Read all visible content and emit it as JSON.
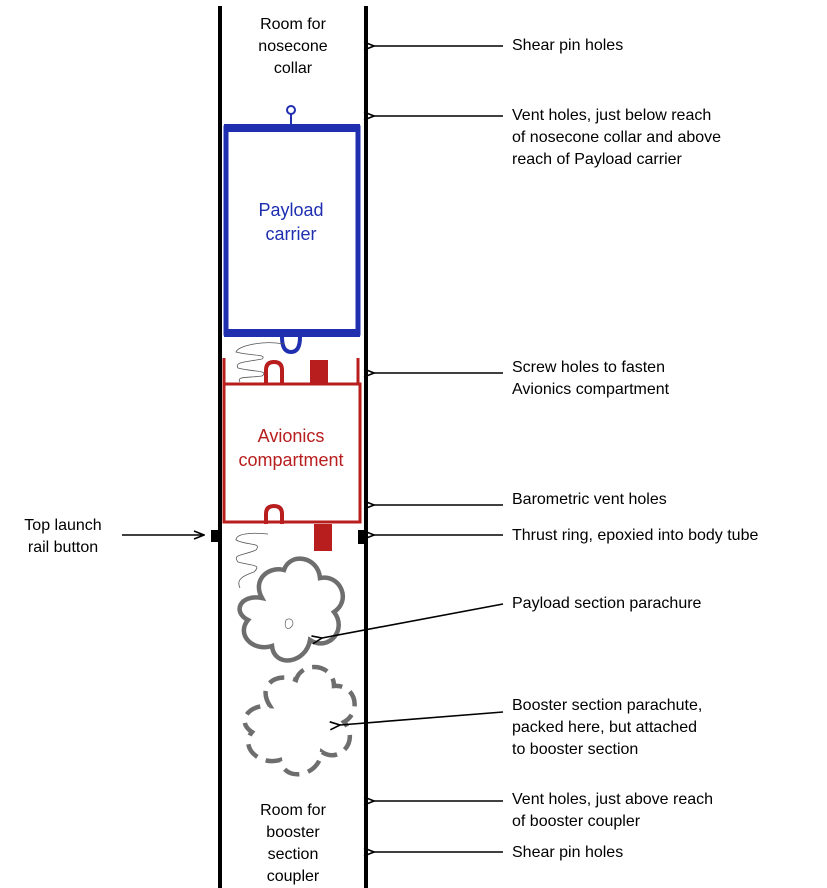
{
  "colors": {
    "tube": "#000000",
    "payload": "#1f2fb0",
    "avionics": "#b81e1e",
    "parachute": "#6e6e6e"
  },
  "tube": {
    "top_room": "Room for\nnosecone\ncollar",
    "bottom_room": "Room for\nbooster\nsection\ncoupler"
  },
  "components": {
    "payload_carrier": "Payload\ncarrier",
    "avionics_compartment": "Avionics\ncompartment"
  },
  "callouts_right": [
    "Shear pin holes",
    "Vent holes, just below reach\nof nosecone collar and above\nreach of Payload carrier",
    "Screw holes to fasten\nAvionics compartment",
    "Barometric vent holes",
    "Thrust ring, epoxied into body tube",
    "Payload section parachure",
    "Booster section parachute,\npacked here, but attached\nto booster section",
    "Vent holes, just above reach\nof booster coupler",
    "Shear pin holes"
  ],
  "callout_left": "Top launch\nrail button"
}
